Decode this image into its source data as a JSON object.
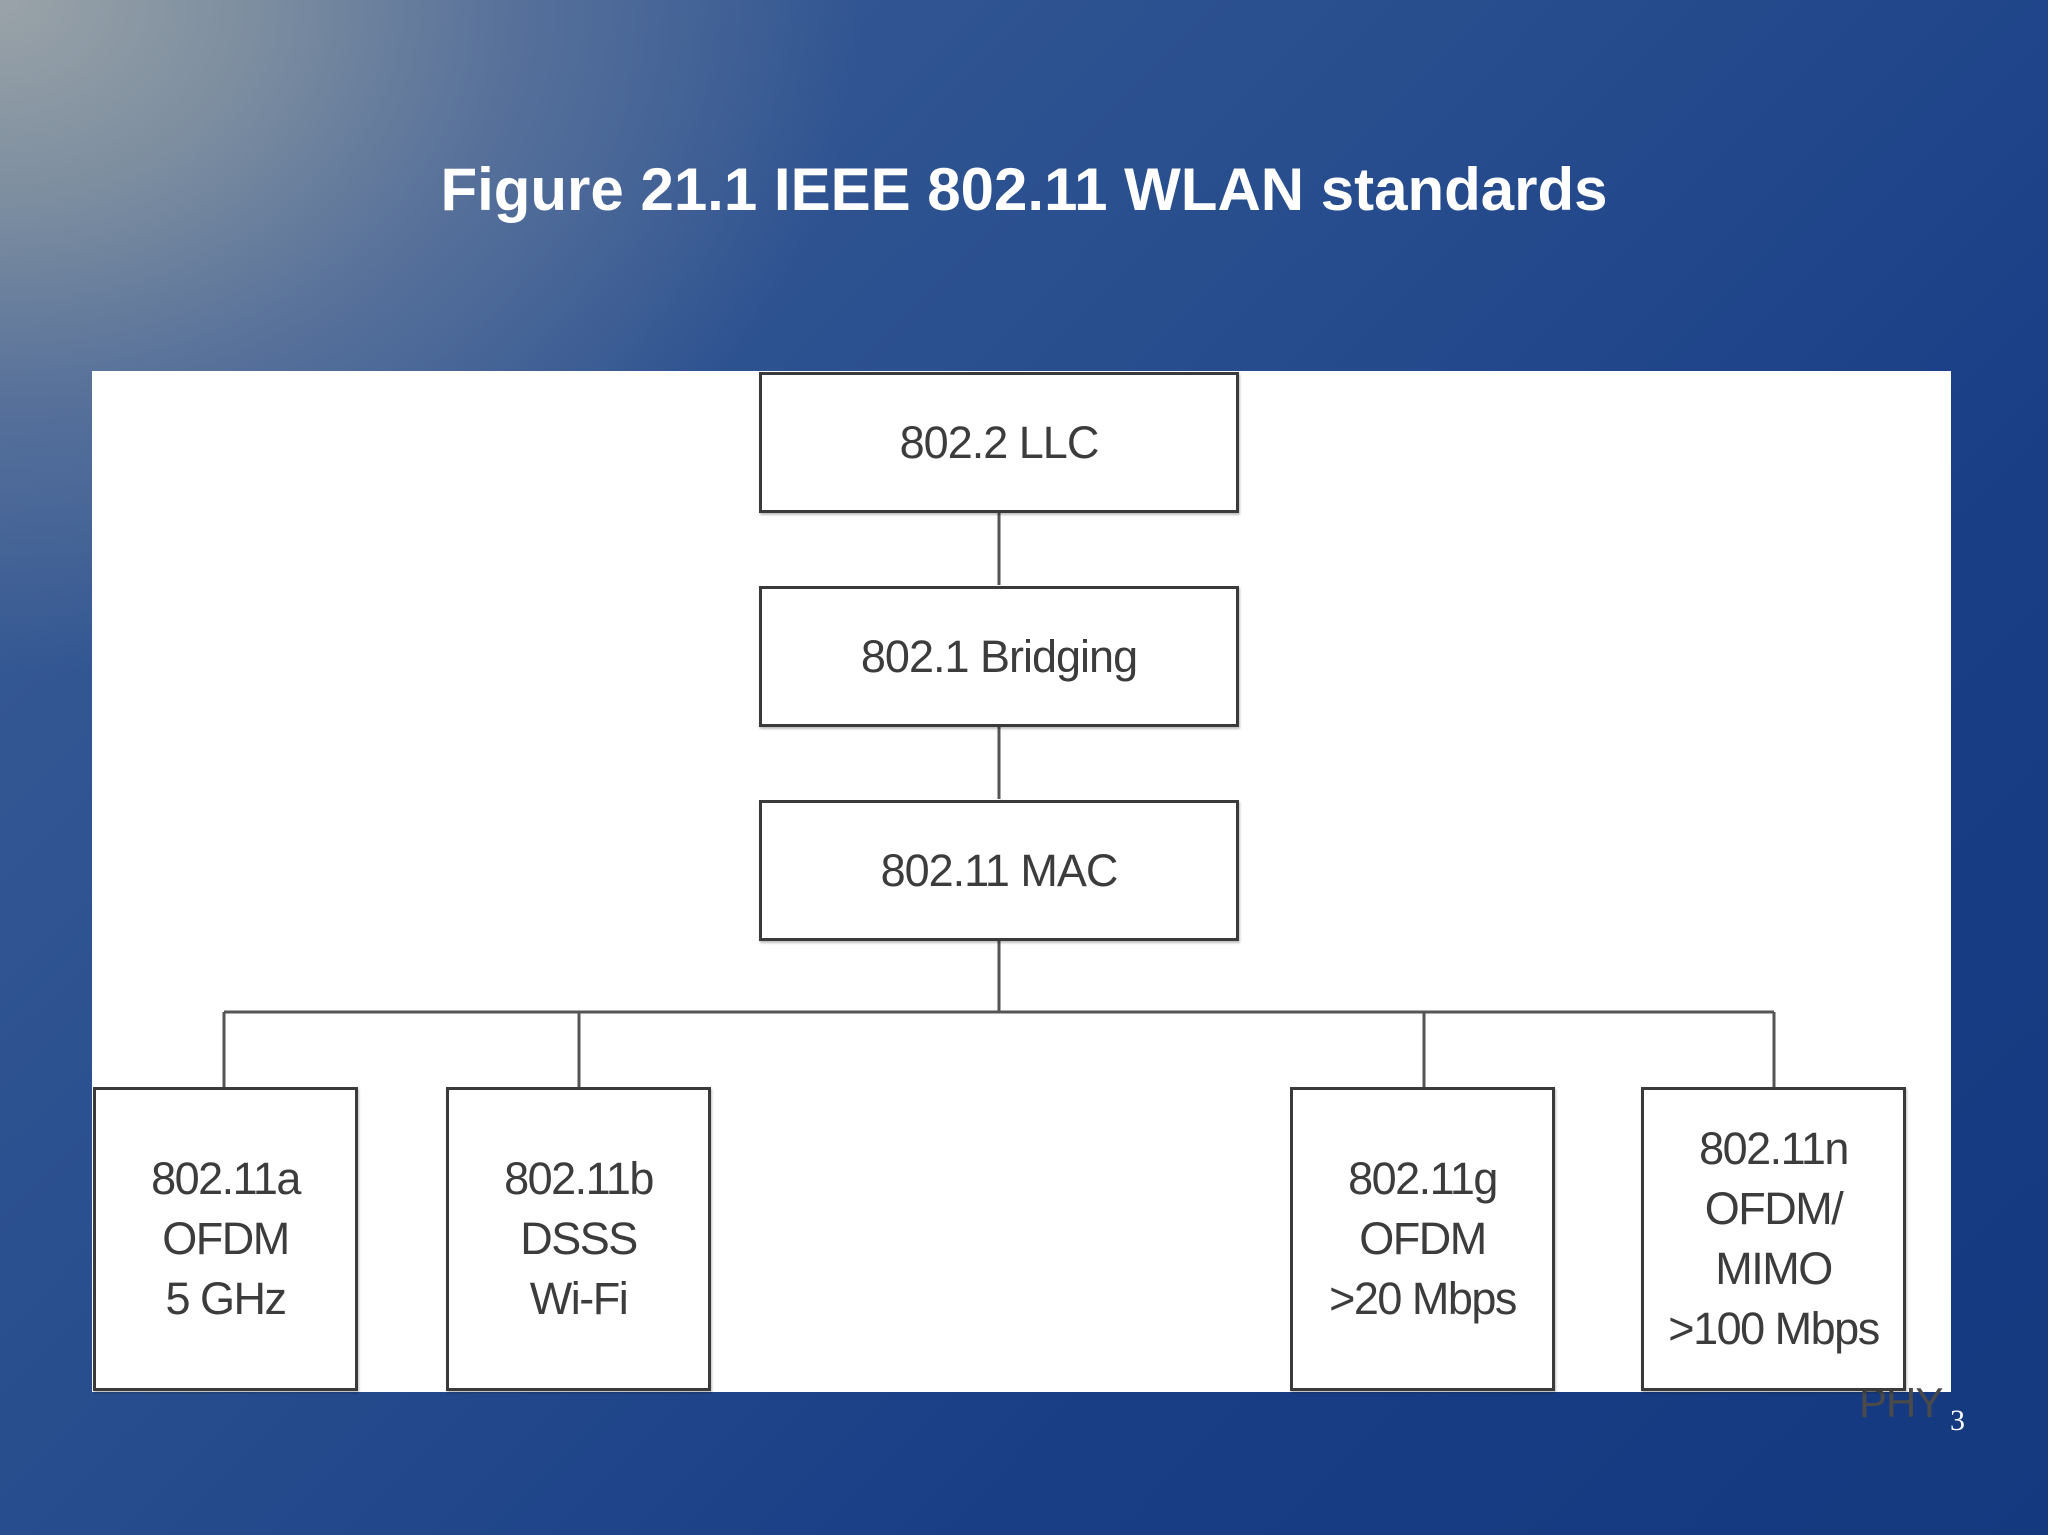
{
  "slide": {
    "title": "Figure 21.1 IEEE 802.11 WLAN standards",
    "page_number": "3"
  },
  "diagram": {
    "upper_stack": [
      {
        "id": "llc",
        "label": "802.2 LLC"
      },
      {
        "id": "bridging",
        "label": "802.1 Bridging"
      },
      {
        "id": "mac",
        "label": "802.11 MAC"
      }
    ],
    "phy_label": "PHY",
    "phy_standards": [
      {
        "id": "802-11a",
        "lines": [
          "802.11a",
          "OFDM",
          "5 GHz"
        ]
      },
      {
        "id": "802-11b",
        "lines": [
          "802.11b",
          "DSSS",
          "Wi-Fi"
        ]
      },
      {
        "id": "802-11g",
        "lines": [
          "802.11g",
          "OFDM",
          ">20 Mbps"
        ]
      },
      {
        "id": "802-11n",
        "lines": [
          "802.11n",
          "OFDM/",
          "MIMO",
          ">100 Mbps"
        ]
      }
    ]
  },
  "colors": {
    "box_border": "#3a3a3a",
    "text": "#3c3c3c",
    "title_text": "#ffffff",
    "background_dark": "#15397f",
    "background_light": "#9aa3a8"
  }
}
